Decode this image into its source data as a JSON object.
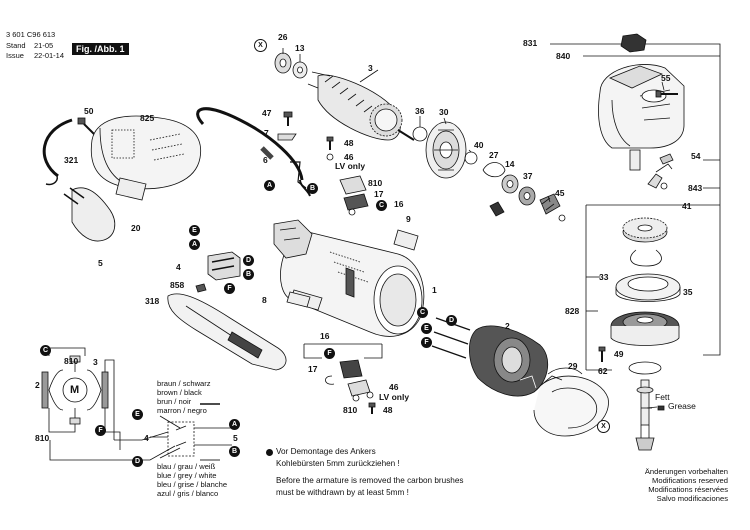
{
  "header": {
    "doc_number": "3 601 C96 613",
    "stand_label": "Stand",
    "stand_value": "21-05",
    "issue_label": "Issue",
    "issue_value": "22-01-14",
    "figure_label": "Fig. /Abb. 1"
  },
  "part_labels": {
    "p831": "831",
    "p840": "840",
    "p55": "55",
    "p54": "54",
    "p843": "843",
    "p41": "41",
    "p33": "33",
    "p35": "35",
    "p828": "828",
    "p49": "49",
    "p62": "62",
    "p29": "29",
    "p26": "26",
    "p13": "13",
    "p3": "3",
    "p36": "36",
    "p30": "30",
    "p40": "40",
    "p27": "27",
    "p14": "14",
    "p37": "37",
    "p45": "45",
    "p47": "47",
    "p7": "7",
    "p48a": "48",
    "p46a": "46",
    "lv_a": "LV only",
    "p6": "6",
    "p810a": "810",
    "p17a": "17",
    "p16a": "16",
    "p9": "9",
    "p50": "50",
    "p825": "825",
    "p321": "321",
    "p20": "20",
    "p5": "5",
    "p4": "4",
    "p858": "858",
    "p8": "8",
    "p318": "318",
    "p1": "1",
    "p2": "2",
    "p16b": "16",
    "p17b": "17",
    "p46b": "46",
    "lv_b": "LV only",
    "p810b": "810",
    "p48b": "48",
    "p3s": "3",
    "p2s": "2",
    "p810s1": "810",
    "p810s2": "810",
    "p4s": "4",
    "p5s": "5"
  },
  "grease": {
    "fett": "Fett",
    "grease": "Grease"
  },
  "wire_legend": [
    "braun  / schwarz",
    "brown  / black",
    "brun   / noir",
    "marron / negro",
    "blau / grau / weiß",
    "blue / grey / white",
    "bleu / grise / blanche",
    "azul / gris / blanco"
  ],
  "motor_symbol": "M",
  "connector_letters": [
    "A",
    "B",
    "C",
    "D",
    "E",
    "F",
    "X"
  ],
  "note": {
    "de_line1": "Vor Demontage des Ankers",
    "de_line2": "Kohlebürsten 5mm zurückziehen !",
    "en_line1": "Before the armature is removed the carbon brushes",
    "en_line2": "must be withdrawn by at least 5mm !"
  },
  "modifications": [
    "Änderungen vorbehalten",
    "Modifications reserved",
    "Modifications réservées",
    "Salvo modificaciones"
  ]
}
